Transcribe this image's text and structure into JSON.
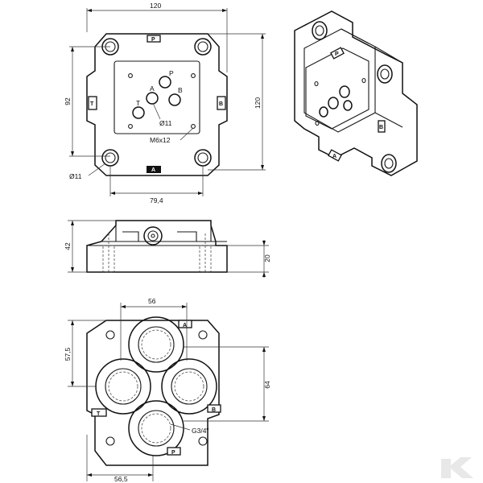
{
  "top_view": {
    "dim_width": "120",
    "dim_height_right": "120",
    "dim_height_left": "92",
    "dim_bolt_spacing": "79,4",
    "dim_hole": "Ø11",
    "dim_center_hole": "Ø11",
    "thread": "M6x12",
    "port_labels": [
      "P",
      "A",
      "B",
      "T"
    ],
    "tag_labels": [
      "P",
      "A",
      "B",
      "T"
    ]
  },
  "side_view": {
    "dim_height": "42",
    "dim_step": "20"
  },
  "bottom_view": {
    "dim_top": "56",
    "dim_left": "57,5",
    "dim_right": "64",
    "dim_bottom": "56,5",
    "thread": "G3/4\"",
    "tag_labels": [
      "A",
      "T",
      "B",
      "P"
    ]
  },
  "iso_view": {
    "tag_labels": [
      "P",
      "B",
      "A"
    ]
  }
}
